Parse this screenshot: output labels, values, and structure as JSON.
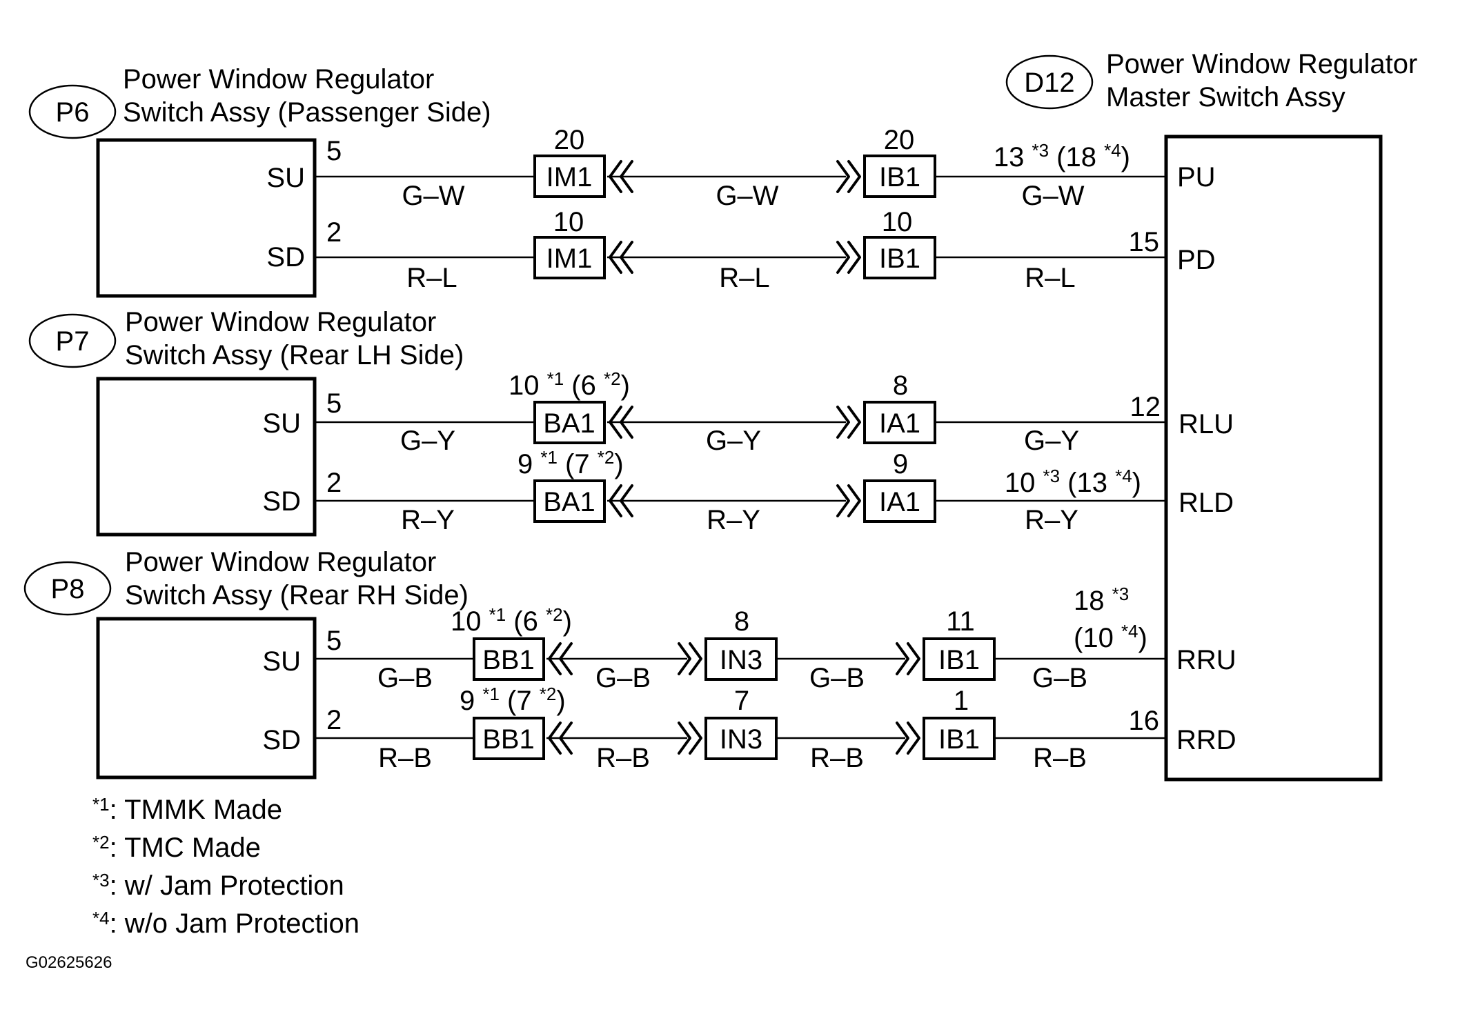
{
  "modules": {
    "p6": {
      "code": "P6",
      "title_line1": "Power Window Regulator",
      "title_line2": "Switch Assy (Passenger Side)",
      "pin_su": "SU",
      "pin_sd": "SD"
    },
    "p7": {
      "code": "P7",
      "title_line1": "Power Window Regulator",
      "title_line2": "Switch Assy (Rear LH Side)",
      "pin_su": "SU",
      "pin_sd": "SD"
    },
    "p8": {
      "code": "P8",
      "title_line1": "Power Window Regulator",
      "title_line2": "Switch Assy (Rear RH Side)",
      "pin_su": "SU",
      "pin_sd": "SD"
    },
    "d12": {
      "code": "D12",
      "title_line1": "Power Window Regulator",
      "title_line2": "Master Switch Assy",
      "pins": [
        "PU",
        "PD",
        "RLU",
        "RLD",
        "RRU",
        "RRD"
      ]
    }
  },
  "row_p6_su": {
    "pin_num": "5",
    "conn_a_num": "20",
    "conn_a": "IM1",
    "conn_b_num": "20",
    "conn_b": "IB1",
    "wire": [
      "G–W",
      "G–W",
      "G–W"
    ],
    "master_pin": {
      "n1": "13 ",
      "s1": "*3",
      "n2": " (18 ",
      "s2": "*4",
      "n3": ")"
    }
  },
  "row_p6_sd": {
    "pin_num": "2",
    "conn_a_num": "10",
    "conn_a": "IM1",
    "conn_b_num": "10",
    "conn_b": "IB1",
    "wire": [
      "R–L",
      "R–L",
      "R–L"
    ],
    "master_pin_num": "15"
  },
  "row_p7_su": {
    "pin_num": "5",
    "conn_a_label": {
      "n1": "10 ",
      "s1": "*1",
      "n2": " (6 ",
      "s2": "*2",
      "n3": ")"
    },
    "conn_a": "BA1",
    "conn_b_num": "8",
    "conn_b": "IA1",
    "wire": [
      "G–Y",
      "G–Y",
      "G–Y"
    ],
    "master_pin_num": "12"
  },
  "row_p7_sd": {
    "pin_num": "2",
    "conn_a_label": {
      "n1": "9 ",
      "s1": "*1",
      "n2": " (7 ",
      "s2": "*2",
      "n3": ")"
    },
    "conn_a": "BA1",
    "conn_b_num": "9",
    "conn_b": "IA1",
    "wire": [
      "R–Y",
      "R–Y",
      "R–Y"
    ],
    "master_pin": {
      "n1": "10 ",
      "s1": "*3",
      "n2": " (13 ",
      "s2": "*4",
      "n3": ")"
    }
  },
  "row_p8_su": {
    "pin_num": "5",
    "conn_a_label": {
      "n1": "10 ",
      "s1": "*1",
      "n2": " (6 ",
      "s2": "*2",
      "n3": ")"
    },
    "conn_a": "BB1",
    "conn_b_num": "8",
    "conn_b": "IN3",
    "conn_c_num": "11",
    "conn_c": "IB1",
    "wire": [
      "G–B",
      "G–B",
      "G–B",
      "G–B"
    ],
    "master_pin_line1": {
      "n1": "18 ",
      "s1": "*3"
    },
    "master_pin_line2": {
      "n1": "(10 ",
      "s1": "*4",
      "n2": ")"
    }
  },
  "row_p8_sd": {
    "pin_num": "2",
    "conn_a_label": {
      "n1": "9 ",
      "s1": "*1",
      "n2": " (7 ",
      "s2": "*2",
      "n3": ")"
    },
    "conn_a": "BB1",
    "conn_b_num": "7",
    "conn_b": "IN3",
    "conn_c_num": "1",
    "conn_c": "IB1",
    "wire": [
      "R–B",
      "R–B",
      "R–B",
      "R–B"
    ],
    "master_pin_num": "16"
  },
  "notes": [
    {
      "mark": "*1",
      "text": ": TMMK Made"
    },
    {
      "mark": "*2",
      "text": ": TMC Made"
    },
    {
      "mark": "*3",
      "text": ": w/ Jam Protection"
    },
    {
      "mark": "*4",
      "text": ": w/o Jam Protection"
    }
  ],
  "figure_id": "G02625626"
}
